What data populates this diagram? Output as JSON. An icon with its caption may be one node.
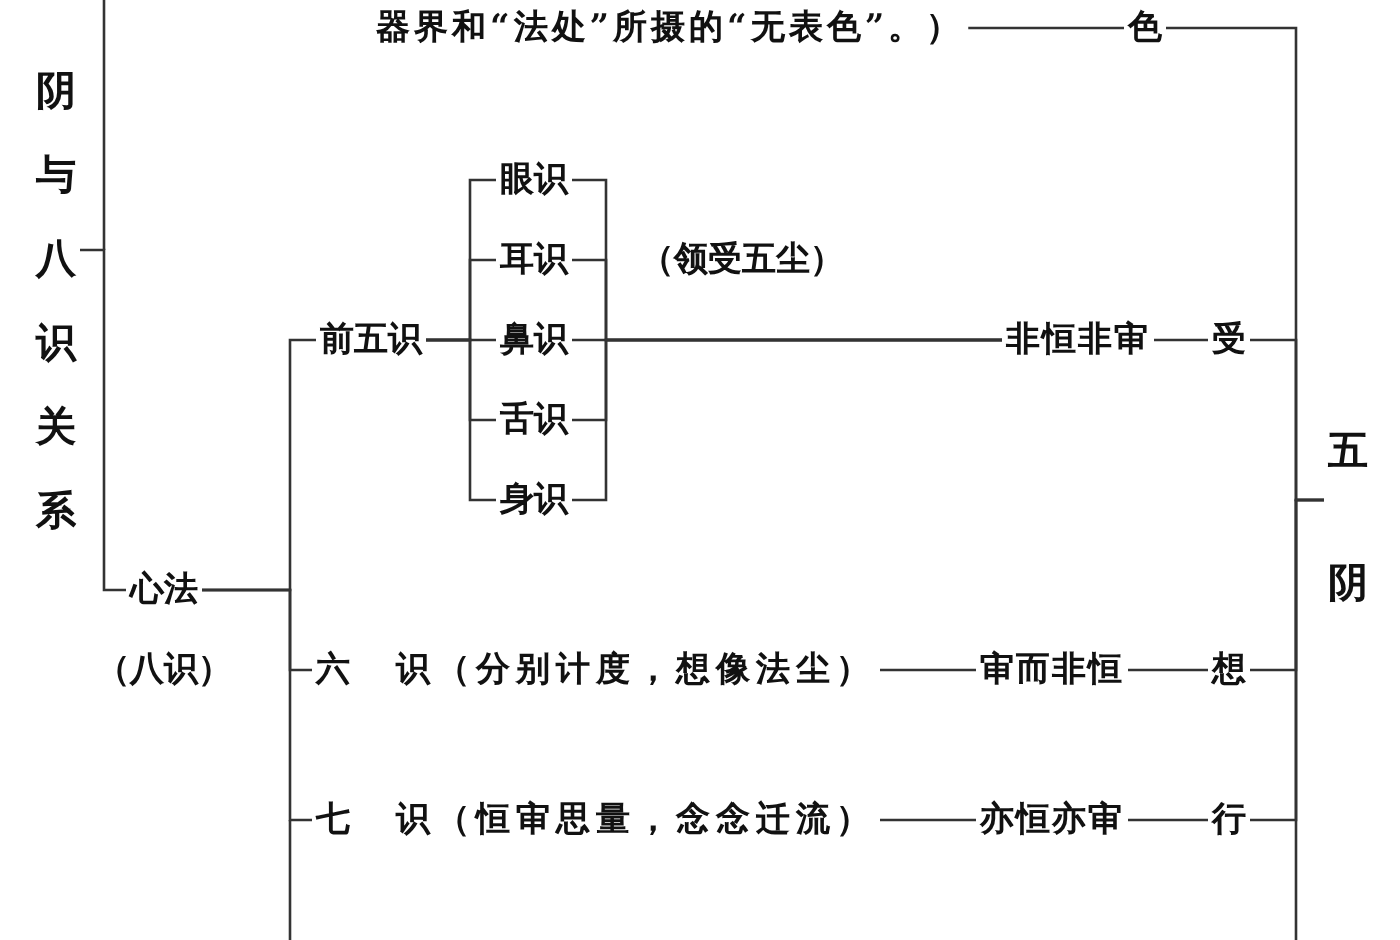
{
  "diagram": {
    "nodes": [
      {
        "text": [
          "阴与八识关系"
        ]
      },
      {
        "text": [
          "心法"
        ],
        "beside": [
          "（八识）"
        ]
      },
      {
        "text": [
          "前五识"
        ]
      },
      {
        "text": [
          "眼识"
        ]
      },
      {
        "text": [
          "耳识"
        ]
      },
      {
        "text": [
          "鼻识"
        ]
      },
      {
        "text": [
          "舌识"
        ]
      },
      {
        "text": [
          "身识"
        ]
      },
      {
        "text": [
          "非恒非审"
        ]
      },
      {
        "text": [
          "受"
        ]
      },
      {
        "text": [
          "六　识（分别计度，想像法尘）"
        ]
      },
      {
        "text": [
          "审而非恒"
        ]
      },
      {
        "text": [
          "想"
        ]
      },
      {
        "text": [
          "七　识（恒审思量，念念迁流）"
        ]
      },
      {
        "text": [
          "亦恒亦审"
        ]
      },
      {
        "text": [
          "行"
        ]
      },
      {
        "text": [
          "器界和“法处”所摄的“无表色”。）"
        ]
      },
      {
        "text": [
          "色"
        ]
      },
      {
        "text": [
          "五阴"
        ]
      }
    ],
    "edges": [
      {
        "from": 0,
        "to": 1,
        "arrow": "none"
      },
      {
        "from": 1,
        "to": 2,
        "arrow": "none"
      },
      {
        "from": 1,
        "to": 10,
        "arrow": "none"
      },
      {
        "from": 1,
        "to": 13,
        "arrow": "none"
      },
      {
        "from": 2,
        "to": 3,
        "arrow": "none"
      },
      {
        "from": 2,
        "to": 4,
        "arrow": "none"
      },
      {
        "from": 2,
        "to": 5,
        "arrow": "none"
      },
      {
        "from": 2,
        "to": 6,
        "arrow": "none"
      },
      {
        "from": 2,
        "to": 7,
        "arrow": "none"
      },
      {
        "from": 3,
        "to": 8,
        "arrow": "none"
      },
      {
        "from": 4,
        "to": 8,
        "arrow": "none"
      },
      {
        "from": 5,
        "to": 8,
        "arrow": "none"
      },
      {
        "from": 6,
        "to": 8,
        "arrow": "none"
      },
      {
        "from": 7,
        "to": 8,
        "arrow": "none"
      },
      {
        "from": 8,
        "to": 9,
        "arrow": "none"
      },
      {
        "from": 10,
        "to": 11,
        "arrow": "none"
      },
      {
        "from": 11,
        "to": 12,
        "arrow": "none"
      },
      {
        "from": 13,
        "to": 14,
        "arrow": "none"
      },
      {
        "from": 14,
        "to": 15,
        "arrow": "none"
      },
      {
        "from": 16,
        "to": 17,
        "arrow": "none"
      },
      {
        "from": 17,
        "to": 18,
        "arrow": "none"
      },
      {
        "from": 9,
        "to": 18,
        "arrow": "none"
      },
      {
        "from": 12,
        "to": 18,
        "arrow": "none"
      },
      {
        "from": 15,
        "to": 18,
        "arrow": "none"
      }
    ],
    "labels": [
      "（领受五尘）"
    ]
  }
}
